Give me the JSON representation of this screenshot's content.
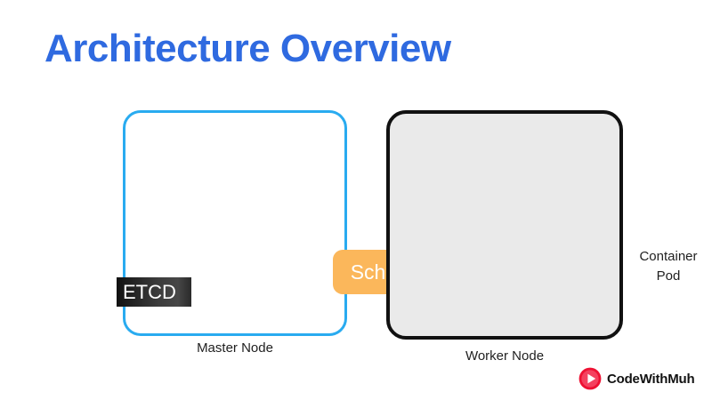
{
  "page": {
    "title": "Architecture Overview",
    "background_color": "#ffffff",
    "title_color": "#2f6ae0"
  },
  "diagram": {
    "type": "architecture-diagram",
    "nodes": [
      {
        "id": "master-node",
        "label": "Master Node",
        "border_color": "#29abf0",
        "fill_color": "#ffffff",
        "components": [
          {
            "id": "scheduler",
            "label": "Scheduler",
            "fill_color": "#fbb75b",
            "text_color": "#ffffff"
          },
          {
            "id": "etcd",
            "label": "ETCD",
            "fill_color": "#333333",
            "text_color": "#ffffff"
          }
        ]
      },
      {
        "id": "worker-node",
        "label": "Worker Node",
        "border_color": "#111111",
        "fill_color": "#eaeaea",
        "components": []
      }
    ],
    "annotations": [
      {
        "id": "container-pod",
        "line1": "Container",
        "line2": "Pod",
        "text_color": "#1f1f1f"
      }
    ]
  },
  "watermark": {
    "label": "CodeWithMuh",
    "icon": "play-circle-icon",
    "icon_color": "#ee1133",
    "text_color": "#121212"
  }
}
